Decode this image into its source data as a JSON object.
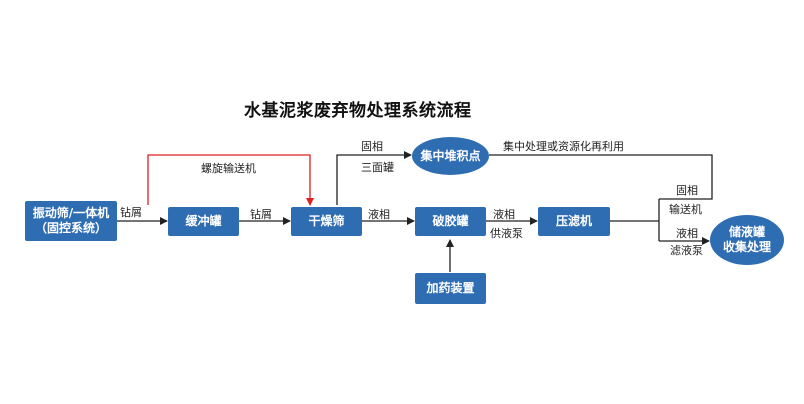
{
  "title": "水基泥浆废弃物处理系统流程",
  "nodes": {
    "shaker": "振动筛/一体机\n（固控系统）",
    "buffer_tank": "缓冲罐",
    "dryer_screen": "干燥筛",
    "gel_breaking_tank": "破胶罐",
    "filter_press": "压滤机",
    "dosing_device": "加药装置",
    "collection_point": "集中堆积点",
    "storage_tank": "储液罐\n收集处理"
  },
  "labels": {
    "cuttings_1": "钻屑",
    "cuttings_2": "钻屑",
    "screw_conveyor": "螺旋输送机",
    "solid_phase_1": "固相",
    "three_side_tank": "三面罐",
    "liquid_phase_1": "液相",
    "liquid_phase_2": "液相",
    "feed_pump": "供液泵",
    "reuse": "集中处理或资源化再利用",
    "solid_phase_2": "固相",
    "conveyor": "输送机",
    "liquid_phase_3": "液相",
    "filtrate_pump": "滤液泵"
  },
  "colors": {
    "node_fill": "#2f6db3",
    "line": "#222222",
    "highlight_line": "#e02020"
  }
}
